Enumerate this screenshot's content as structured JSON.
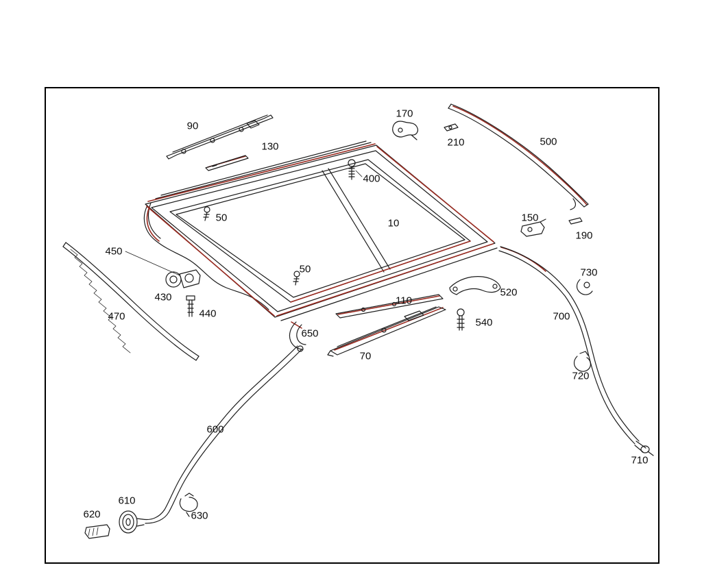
{
  "diagram": {
    "description": "Exploded parts diagram of a sliding sunroof assembly with frame, rails, drive motor, seals and drain hoses",
    "labels": [
      {
        "id": "90",
        "text": "90"
      },
      {
        "id": "130",
        "text": "130"
      },
      {
        "id": "170",
        "text": "170"
      },
      {
        "id": "210",
        "text": "210"
      },
      {
        "id": "500",
        "text": "500"
      },
      {
        "id": "400",
        "text": "400"
      },
      {
        "id": "50-front",
        "text": "50"
      },
      {
        "id": "10",
        "text": "10"
      },
      {
        "id": "150",
        "text": "150"
      },
      {
        "id": "190",
        "text": "190"
      },
      {
        "id": "450",
        "text": "450"
      },
      {
        "id": "430",
        "text": "430"
      },
      {
        "id": "440",
        "text": "440"
      },
      {
        "id": "470",
        "text": "470"
      },
      {
        "id": "50-center",
        "text": "50"
      },
      {
        "id": "110",
        "text": "110"
      },
      {
        "id": "520",
        "text": "520"
      },
      {
        "id": "730",
        "text": "730"
      },
      {
        "id": "700",
        "text": "700"
      },
      {
        "id": "540",
        "text": "540"
      },
      {
        "id": "650",
        "text": "650"
      },
      {
        "id": "70",
        "text": "70"
      },
      {
        "id": "720",
        "text": "720"
      },
      {
        "id": "600",
        "text": "600"
      },
      {
        "id": "710",
        "text": "710"
      },
      {
        "id": "610",
        "text": "610"
      },
      {
        "id": "620",
        "text": "620"
      },
      {
        "id": "630",
        "text": "630"
      }
    ]
  },
  "colors": {
    "line": "#1c1c1c",
    "accent": "#9a2a20",
    "background": "#ffffff",
    "border": "#000000"
  }
}
